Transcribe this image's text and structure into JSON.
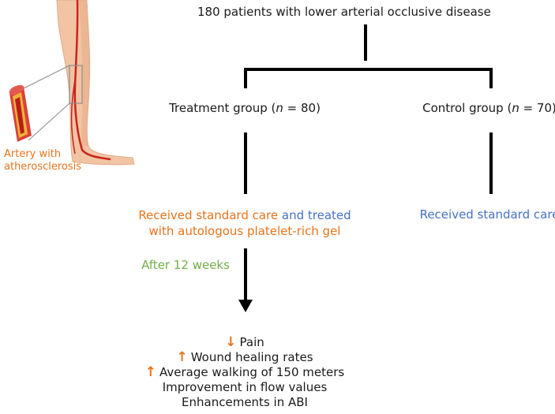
{
  "title": "180 patients with lower arterial occlusive disease",
  "treatment_group": {
    "label_prefix": "Treatment group (",
    "n_symbol": "n",
    "label_suffix": " = 80)"
  },
  "control_group": {
    "label_prefix": "Control group (",
    "n_symbol": "n",
    "label_suffix": " = 70)"
  },
  "treatment_description": {
    "part1": "Received standard care",
    "part2": " and treated",
    "line2": "with autologous platelet-rich gel"
  },
  "control_description": "Received standard care",
  "followup_label": "After 12 weeks",
  "outcomes": [
    {
      "arrow": "↓",
      "text": "Pain"
    },
    {
      "arrow": "↑",
      "text": "Wound healing rates"
    },
    {
      "arrow": "↑",
      "text": "Average walking of 150 meters"
    },
    {
      "arrow": "",
      "text": "Improvement in flow values"
    },
    {
      "arrow": "",
      "text": "Enhancements in ABI"
    }
  ],
  "illustration": {
    "caption_line1": "Artery with",
    "caption_line2": "atherosclerosis"
  },
  "colors": {
    "orange": "#e8731a",
    "blue": "#4472c4",
    "green": "#70ad47",
    "black": "#000000"
  }
}
